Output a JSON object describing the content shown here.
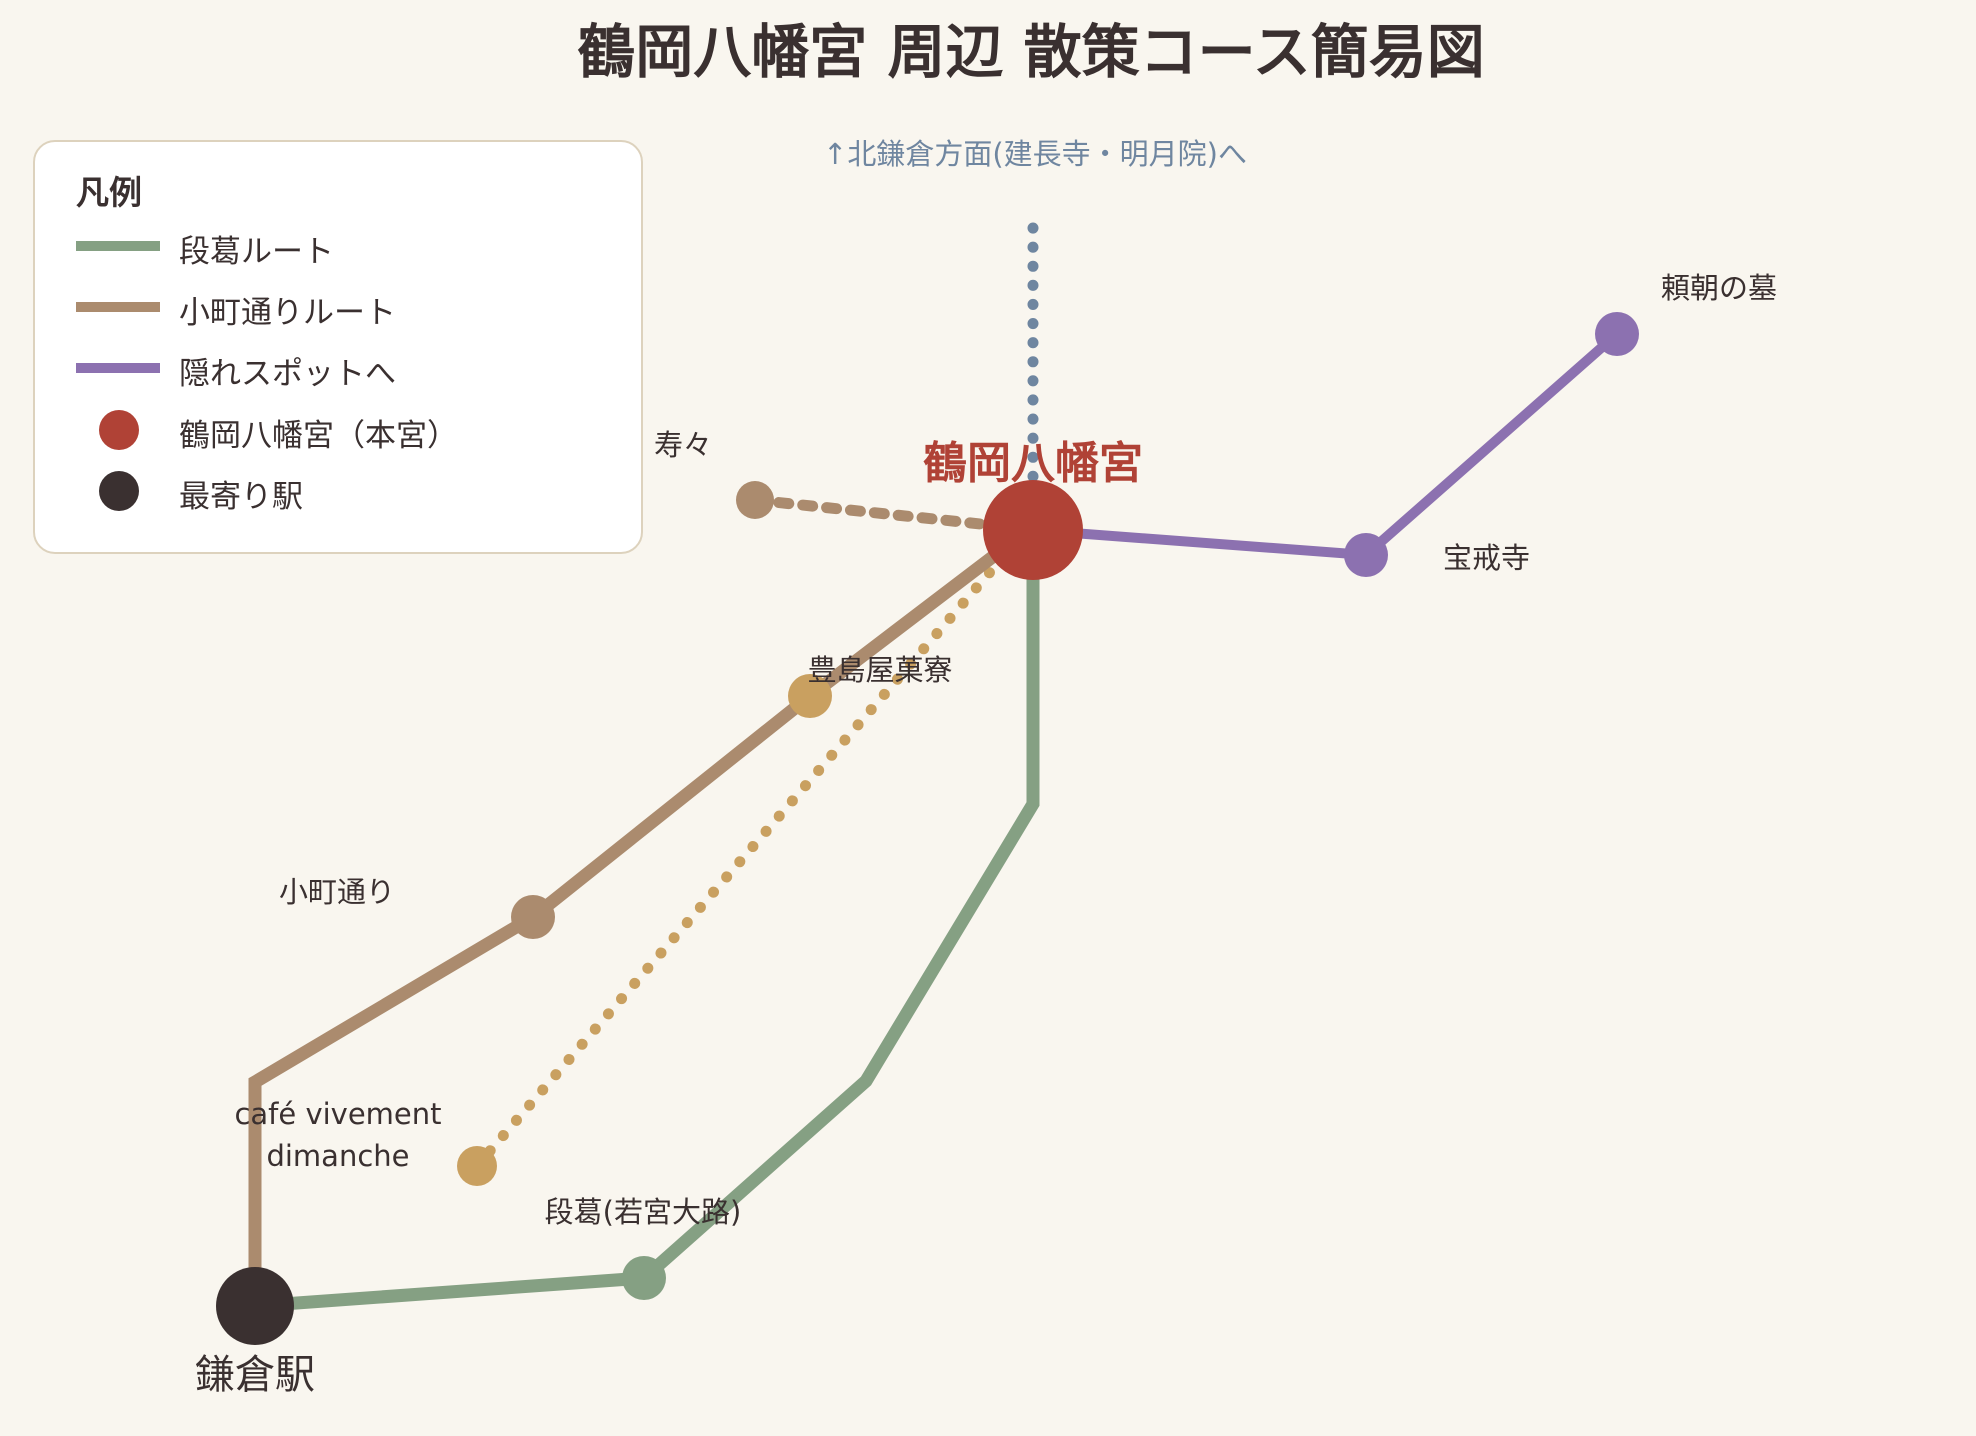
{
  "title": "鶴岡八幡宮 周辺 散策コース簡易図",
  "north_label": "↑北鎌倉方面(建長寺・明月院)へ",
  "colors": {
    "background": "#f9f6ef",
    "dankazura_route": "#85a083",
    "komachi_route": "#ab8b6e",
    "hidden_route": "#8c71b0",
    "shrine": "#b04236",
    "station": "#3a3030",
    "north_path": "#6f86a0",
    "cafe_path": "#c9a060"
  },
  "legend": {
    "title": "凡例",
    "items": [
      {
        "label": "段葛ルート",
        "kind": "line",
        "color": "#85a083"
      },
      {
        "label": "小町通りルート",
        "kind": "line",
        "color": "#ab8b6e"
      },
      {
        "label": "隠れスポットへ",
        "kind": "line",
        "color": "#8c71b0"
      },
      {
        "label": "鶴岡八幡宮（本宮）",
        "kind": "dot",
        "color": "#b04236"
      },
      {
        "label": "最寄り駅",
        "kind": "dot",
        "color": "#3a3030"
      }
    ]
  },
  "places": {
    "shrine": "鶴岡八幡宮",
    "station": "鎌倉駅",
    "kotobuki": "寿々",
    "toshimaya": "豊島屋菓寮",
    "komachi": "小町通り",
    "cafe_line1": "café vivement",
    "cafe_line2": "dimanche",
    "dankazura": "段葛(若宮大路)",
    "hokaiji": "宝戒寺",
    "yoritomo": "頼朝の墓"
  }
}
